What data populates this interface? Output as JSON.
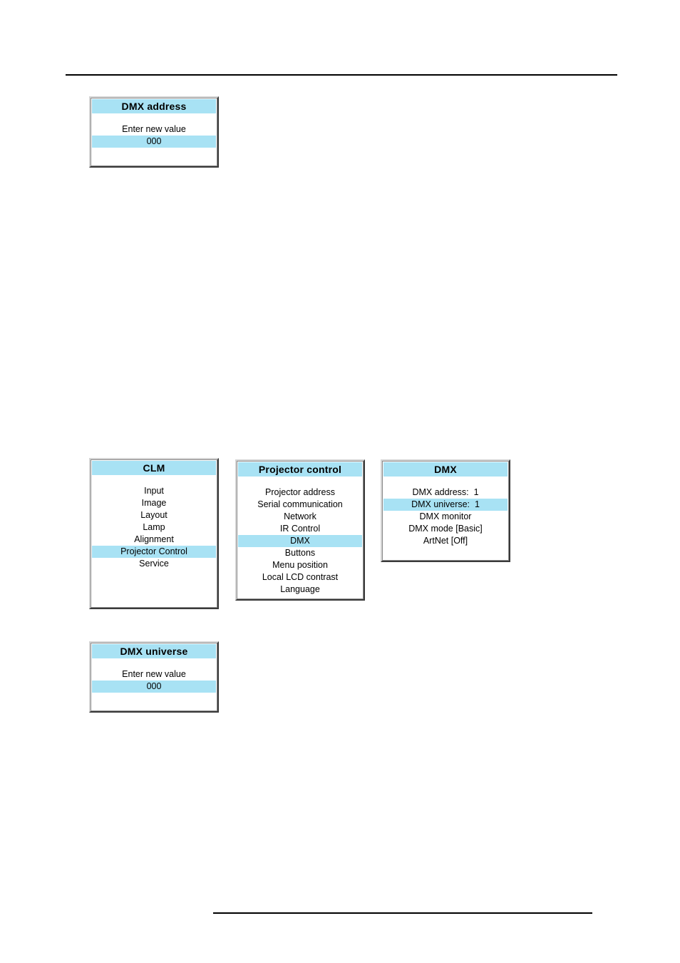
{
  "dmx_address_dialog": {
    "title": "DMX address",
    "prompt": "Enter new value",
    "value": "000"
  },
  "clm_menu": {
    "title": "CLM",
    "items": [
      "Input",
      "Image",
      "Layout",
      "Lamp",
      "Alignment",
      "Projector Control",
      "Service"
    ],
    "selected": "Projector Control"
  },
  "projector_control_menu": {
    "title": "Projector control",
    "items": [
      "Projector address",
      "Serial communication",
      "Network",
      "IR Control",
      "DMX",
      "Buttons",
      "Menu position",
      "Local LCD contrast",
      "Language"
    ],
    "selected": "DMX"
  },
  "dmx_menu": {
    "title": "DMX",
    "items": [
      "DMX address:  1",
      "DMX universe:  1",
      "DMX monitor",
      "DMX mode [Basic]",
      "ArtNet [Off]"
    ],
    "selected": "DMX universe:  1"
  },
  "dmx_universe_dialog": {
    "title": "DMX universe",
    "prompt": "Enter new value",
    "value": "000"
  },
  "colors": {
    "highlight": "#a8e2f4",
    "panel_border_dark": "#3a3a3a",
    "panel_border_light": "#d4d4d4"
  }
}
